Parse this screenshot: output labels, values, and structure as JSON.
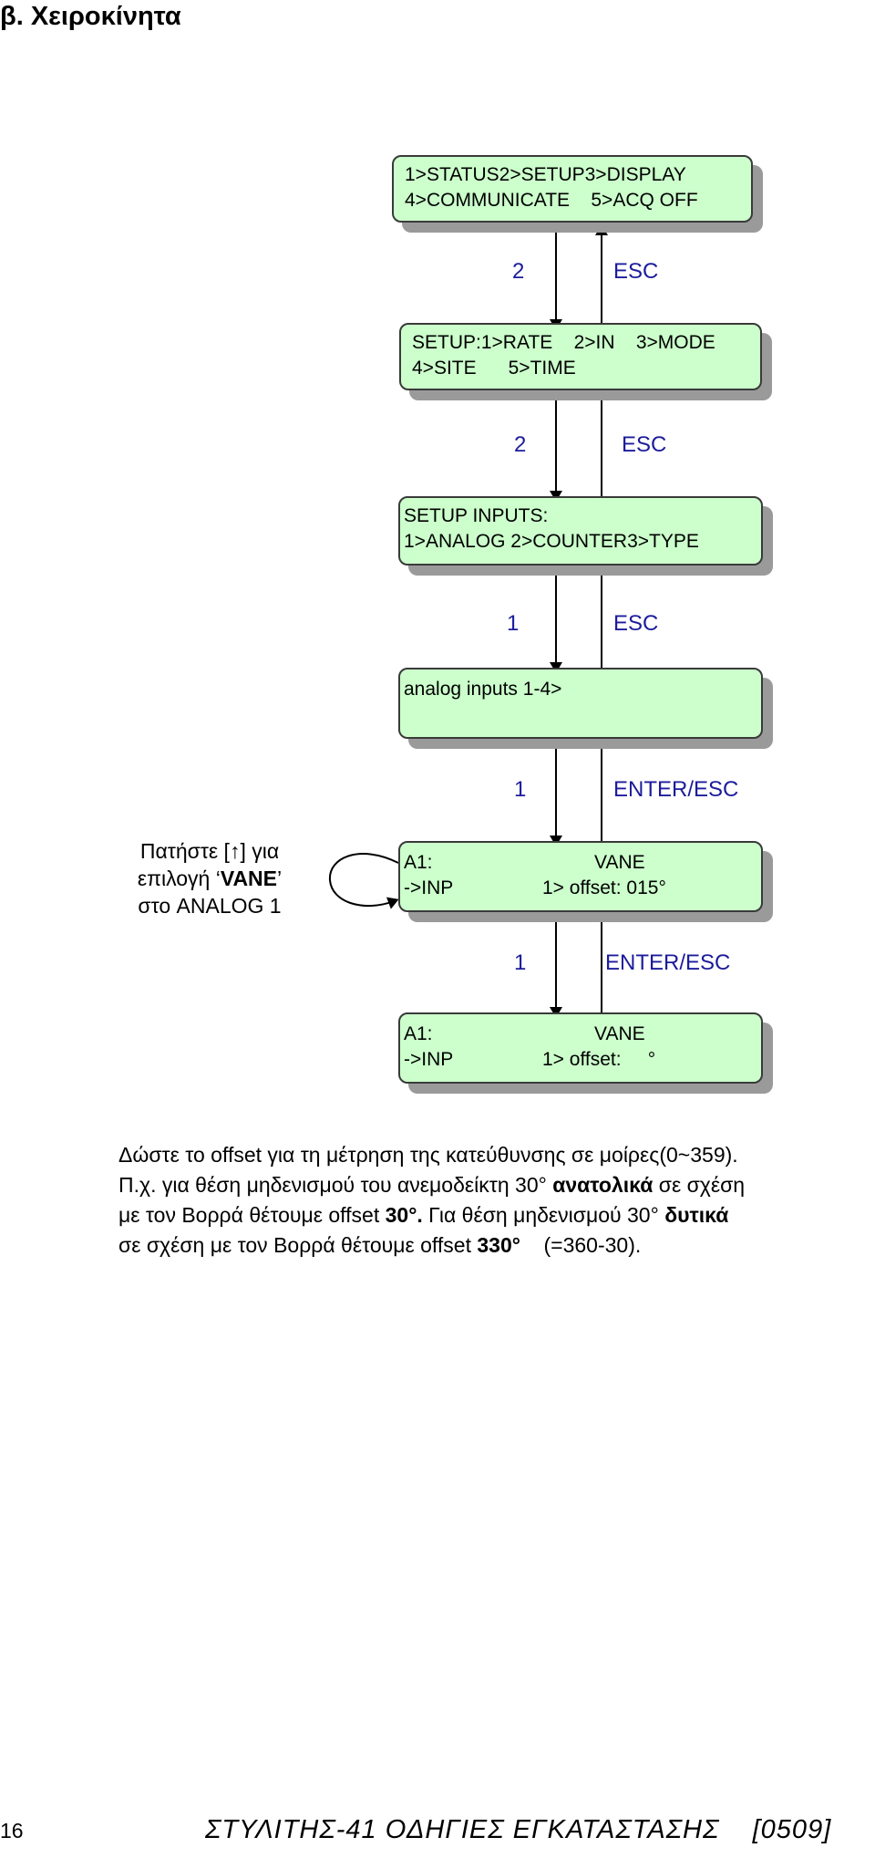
{
  "heading": "β. Χειροκίνητα",
  "screens": {
    "main": {
      "line1": "1>STATUS2>SETUP3>DISPLAY",
      "line2": "4>COMMUNICATE    5>ACQ OFF"
    },
    "setup": {
      "line1": "SETUP:1>RATE    2>IN    3>MODE",
      "line2": "4>SITE      5>TIME"
    },
    "inputs": {
      "line1": "SETUP INPUTS:",
      "line2": "1>ANALOG 2>COUNTER3>TYPE"
    },
    "analog": {
      "line1": "analog inputs 1-4>"
    },
    "a1_set": {
      "l1a": "A1:",
      "l1b": "VANE",
      "l2a": "->INP",
      "l2b": "1> offset: 015°"
    },
    "a1_edit": {
      "l1a": "A1:",
      "l1b": "VANE",
      "l2a": "->INP",
      "l2b": "1> offset:     °"
    }
  },
  "connectors": [
    {
      "down": "2",
      "up": "ESC"
    },
    {
      "down": "2",
      "up": "ESC"
    },
    {
      "down": "1",
      "up": "ESC"
    },
    {
      "down": "1",
      "up": "ENTER/ESC"
    },
    {
      "down": "1",
      "up": "ENTER/ESC"
    }
  ],
  "side_note": {
    "line1_pre": "Πατήστε [",
    "arrow_glyph": "↑",
    "line1_post": "] για",
    "line2_pre": "επιλογή ‘",
    "line2_bold": "VANE",
    "line2_post": "’",
    "line3": "στο ANALOG 1"
  },
  "paragraph": {
    "l1": "Δώστε το offset για τη μέτρηση της κατεύθυνσης σε μοίρες(0~359).",
    "l2_a": "Π.χ. για θέση μηδενισμού του ανεμοδείκτη 30° ",
    "l2_b": "ανατολικά",
    "l2_c": " σε σχέση",
    "l3_a": "με τον Βορρά θέτουμε offset ",
    "l3_b": "30°.",
    "l3_c": " Για θέση μηδενισμού 30° ",
    "l3_d": "δυτικά",
    "l4_a": "σε σχέση με τον Βορρά θέτουμε offset ",
    "l4_b": "330°",
    "l4_c": "    (=360-30)."
  },
  "footer": {
    "page_number": "16",
    "title": "ΣΤΥΛΙΤΗΣ-41 ΟΔΗΓΙΕΣ ΕΓΚΑΤΑΣΤΑΣΗΣ    [0509]"
  },
  "colors": {
    "screen_fill": "#ccffcc",
    "connector_text": "#1c1c9c",
    "shadow": "#9a9a9a"
  }
}
